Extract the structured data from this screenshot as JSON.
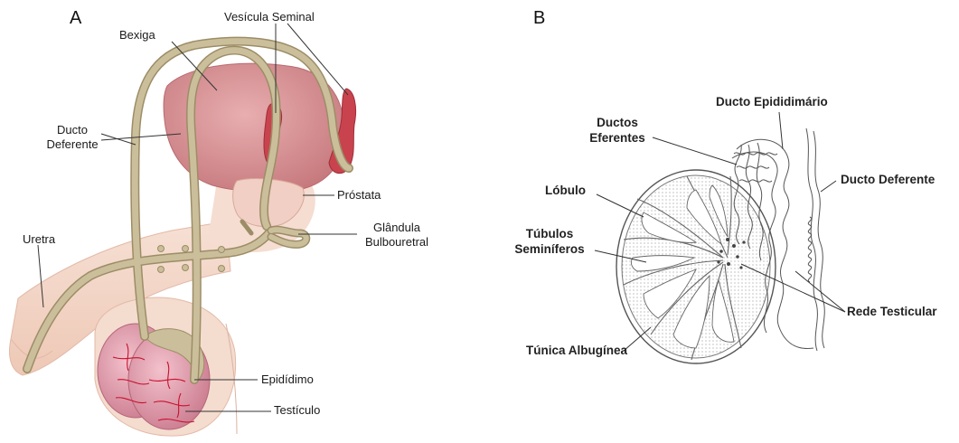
{
  "panel_a": {
    "letter": "A",
    "labels": {
      "bexiga": "Bexiga",
      "vesicula_seminal": "Vesícula Seminal",
      "ducto_deferente_l1": "Ducto",
      "ducto_deferente_l2": "Deferente",
      "prostata": "Próstata",
      "glandula_l1": "Glândula",
      "glandula_l2": "Bulbouretral",
      "uretra": "Uretra",
      "epididimo": "Epidídimo",
      "testiculo": "Testículo"
    }
  },
  "panel_b": {
    "letter": "B",
    "labels": {
      "ducto_epididimario": "Ducto Epididimário",
      "ductos_eferentes_l1": "Ductos",
      "ductos_eferentes_l2": "Eferentes",
      "ducto_deferente": "Ducto Deferente",
      "lobulo": "Lóbulo",
      "tubulos_l1": "Túbulos",
      "tubulos_l2": "Seminíferos",
      "rede_testicular": "Rede Testicular",
      "tunica_albuginea": "Túnica Albugínea"
    }
  },
  "colors": {
    "duct": "#cbbf9b",
    "duct_stroke": "#9c8d66",
    "bladder": "#d98f92",
    "seminal": "#c9434e",
    "skin": "#f2d6c8",
    "testis": "#d48a9a",
    "vessel": "#c8102e"
  }
}
